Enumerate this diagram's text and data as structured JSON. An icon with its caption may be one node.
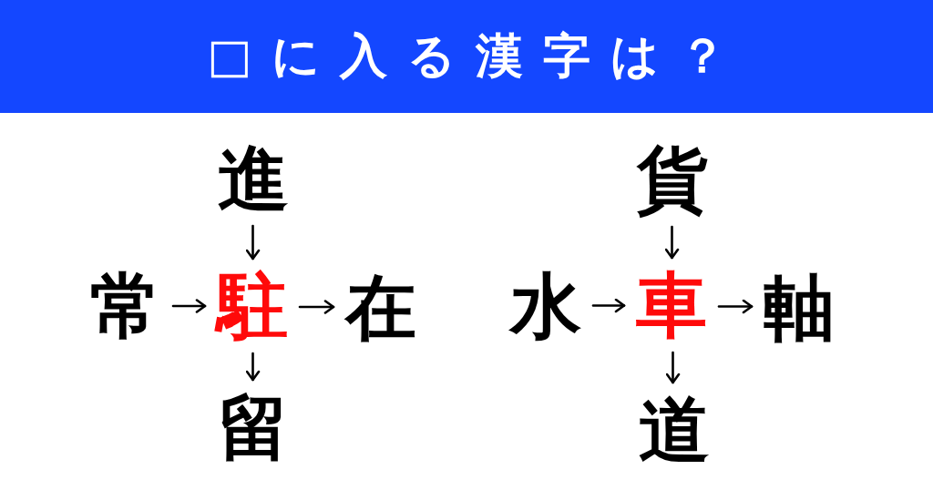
{
  "diagram": {
    "title": "□に入る漢字は？",
    "nodes": [
      {
        "text": [
          "進"
        ]
      },
      {
        "text": [
          "常"
        ]
      },
      {
        "text": [
          "駐"
        ]
      },
      {
        "text": [
          "在"
        ]
      },
      {
        "text": [
          "留"
        ]
      },
      {
        "text": [
          "貨"
        ]
      },
      {
        "text": [
          "水"
        ]
      },
      {
        "text": [
          "車"
        ]
      },
      {
        "text": [
          "軸"
        ]
      },
      {
        "text": [
          "道"
        ]
      }
    ],
    "edges": [
      {
        "from": 0,
        "to": 2,
        "arrow": "to"
      },
      {
        "from": 1,
        "to": 2,
        "arrow": "to"
      },
      {
        "from": 2,
        "to": 3,
        "arrow": "to"
      },
      {
        "from": 2,
        "to": 4,
        "arrow": "to"
      },
      {
        "from": 5,
        "to": 7,
        "arrow": "to"
      },
      {
        "from": 6,
        "to": 7,
        "arrow": "to"
      },
      {
        "from": 7,
        "to": 8,
        "arrow": "to"
      },
      {
        "from": 7,
        "to": 9,
        "arrow": "to"
      }
    ]
  }
}
